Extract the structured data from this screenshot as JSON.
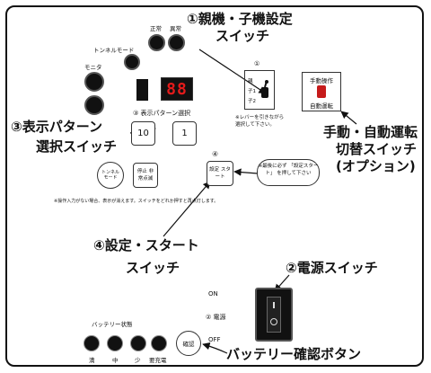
{
  "labels": {
    "normal": "正常",
    "abnormal": "異常",
    "tunnel_mode": "トンネルモード",
    "monitor": "モニタ",
    "digit": "88",
    "pattern_select_small": "③ 表示パターン選択",
    "btn_10": "10",
    "btn_1": "1",
    "tunnel_button": "トンネルモード",
    "stop_button": "停止 非常点滅",
    "set_start_button": "設定 スタート",
    "toggle_num": "①",
    "toggle_top": "親",
    "toggle_mid": "子1",
    "toggle_bot": "子2",
    "lever_note": "※レバーを引きながら 選択して下さい。",
    "manual_op": "手動操作",
    "auto_op": "自動運転",
    "press_note": "※最後に必ず 「設定スタート」 を押して下さい",
    "notice_line": "※操作入力がない場合、表示が消えます。スイッチをどれか押すと再点灯します。",
    "set_num": "④",
    "on": "ON",
    "off": "OFF",
    "power_small": "② 電源",
    "battery_state": "バッテリー状態",
    "battery_full": "満",
    "battery_mid": "中",
    "battery_low": "少",
    "battery_need": "要充電",
    "check_button": "確認"
  },
  "callouts": {
    "c1_line1": "①親機・子機設定",
    "c1_line2": "スイッチ",
    "c3_line1": "③表示パターン",
    "c3_line2": "選択スイッチ",
    "manual_line1": "手動・自動運転",
    "manual_line2": "切替スイッチ",
    "manual_line3": "(オプション)",
    "c4_line1": "④設定・スタート",
    "c4_line2": "スイッチ",
    "c2": "②電源スイッチ",
    "battery_check": "バッテリー確認ボタン"
  }
}
